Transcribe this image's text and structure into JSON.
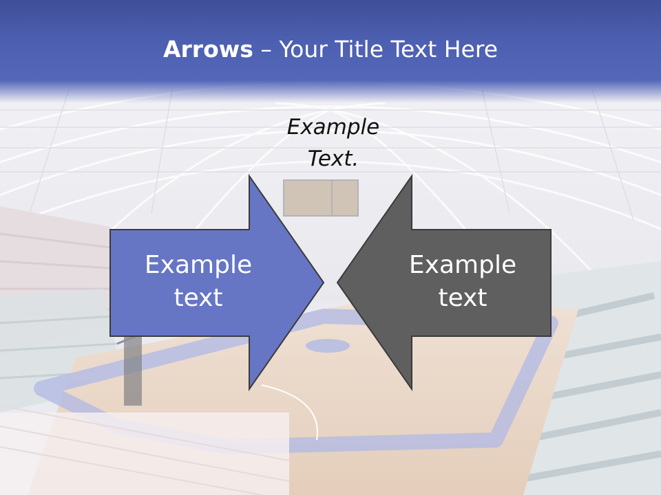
{
  "slide": {
    "title_bold": "Arrows",
    "title_rest": " – Your Title Text Here",
    "top_caption_line1": "Example",
    "top_caption_line2": "Text.",
    "left_arrow": {
      "line1": "Example",
      "line2": "text"
    },
    "right_arrow": {
      "line1": "Example",
      "line2": "text"
    }
  },
  "background_image": "basketball-arena-photo",
  "colors": {
    "title_bar": "#4d5fb0",
    "left_arrow_fill": "#6676c4",
    "right_arrow_fill": "#5f5f5f",
    "court_floor": "#d8b99a",
    "court_lines": "#8b96d6"
  }
}
